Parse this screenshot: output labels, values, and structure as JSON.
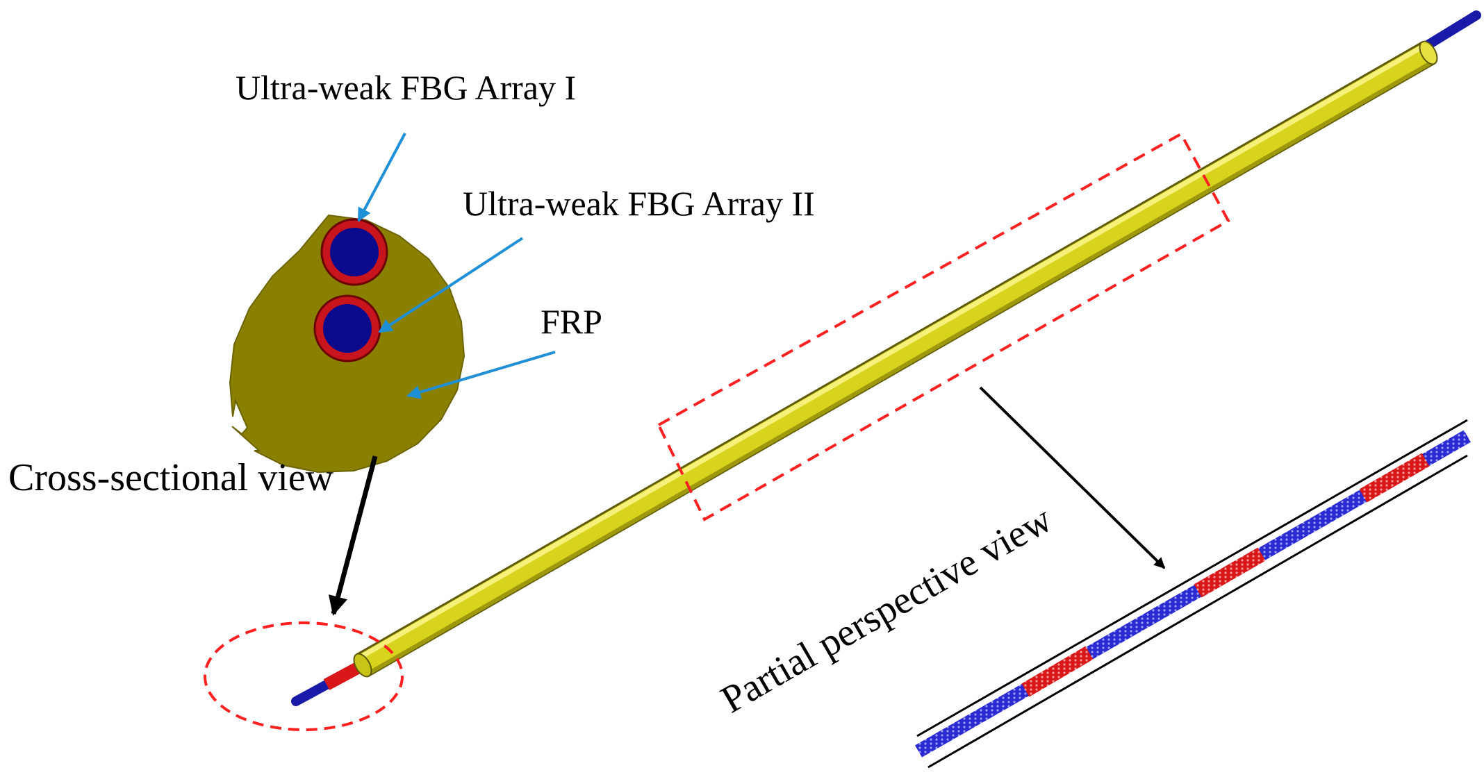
{
  "labels": {
    "array_one": "Ultra-weak FBG Array I",
    "array_two": "Ultra-weak FBG Array II",
    "frp": "FRP",
    "cross_section": "Cross-sectional view",
    "perspective": "Partial perspective view"
  },
  "colors": {
    "frp_body": "#8a8000",
    "rod_fill": "#d8d31c",
    "fiber_core": "#0a0a8c",
    "grating_ring": "#c8141c",
    "pointer_arrow": "#1f8fd6",
    "dashed_outline": "#ff2020",
    "view_arrow": "#000000"
  }
}
